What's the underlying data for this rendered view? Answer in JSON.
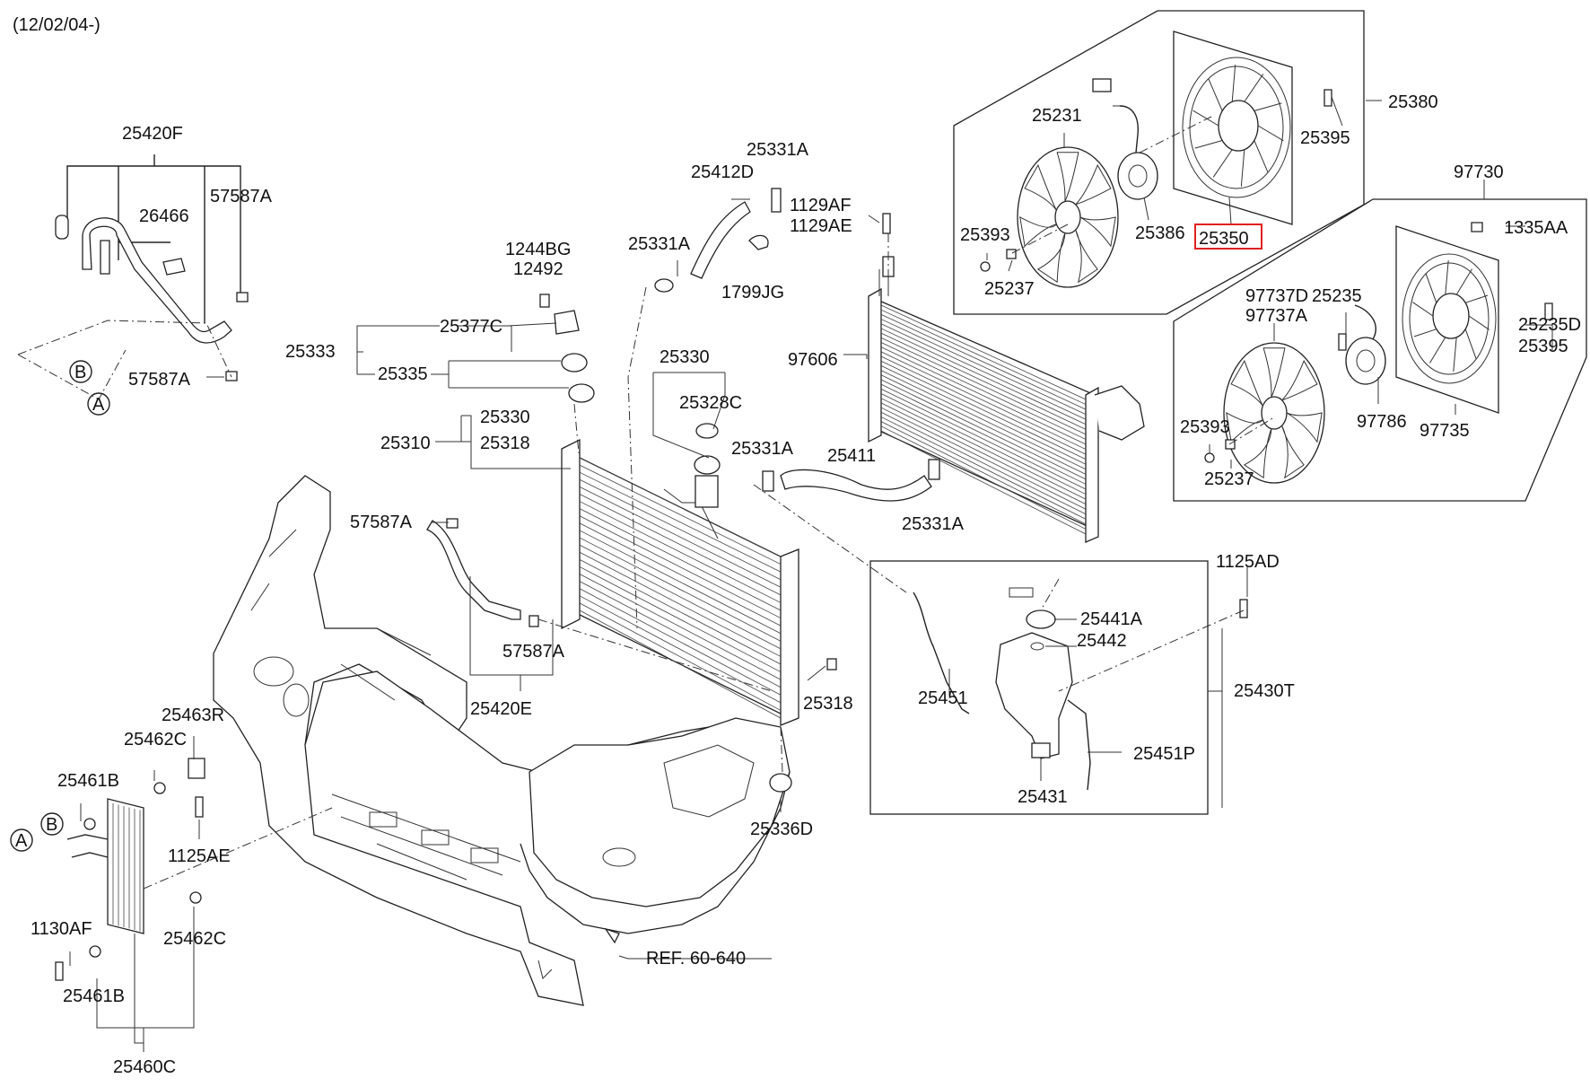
{
  "header": {
    "date_range": "(12/02/04-)"
  },
  "ref_label": "REF. 60-640",
  "callout_letters": {
    "a": "A",
    "b": "B"
  },
  "highlight_color": "#e02020",
  "labels": [
    {
      "id": "l01",
      "text": "25420F"
    },
    {
      "id": "l02",
      "text": "26466"
    },
    {
      "id": "l03",
      "text": "57587A"
    },
    {
      "id": "l04",
      "text": "57587A"
    },
    {
      "id": "l05",
      "text": "25412D"
    },
    {
      "id": "l06",
      "text": "25331A"
    },
    {
      "id": "l07",
      "text": "1129AF"
    },
    {
      "id": "l08",
      "text": "1129AE"
    },
    {
      "id": "l09",
      "text": "25331A"
    },
    {
      "id": "l10",
      "text": "1799JG"
    },
    {
      "id": "l11",
      "text": "1244BG"
    },
    {
      "id": "l12",
      "text": "12492"
    },
    {
      "id": "l13",
      "text": "25377C"
    },
    {
      "id": "l14",
      "text": "25333"
    },
    {
      "id": "l15",
      "text": "25335"
    },
    {
      "id": "l16",
      "text": "25330"
    },
    {
      "id": "l17",
      "text": "25328C"
    },
    {
      "id": "l18",
      "text": "25330"
    },
    {
      "id": "l19",
      "text": "25310"
    },
    {
      "id": "l20",
      "text": "25318"
    },
    {
      "id": "l21",
      "text": "25331A"
    },
    {
      "id": "l22",
      "text": "25411"
    },
    {
      "id": "l23",
      "text": "25331A"
    },
    {
      "id": "l24",
      "text": "97606"
    },
    {
      "id": "l25",
      "text": "57587A"
    },
    {
      "id": "l26",
      "text": "57587A"
    },
    {
      "id": "l27",
      "text": "25420E"
    },
    {
      "id": "l28",
      "text": "25318"
    },
    {
      "id": "l29",
      "text": "25463R"
    },
    {
      "id": "l30",
      "text": "25462C"
    },
    {
      "id": "l31",
      "text": "25461B"
    },
    {
      "id": "l32",
      "text": "1125AE"
    },
    {
      "id": "l33",
      "text": "1130AF"
    },
    {
      "id": "l34",
      "text": "25462C"
    },
    {
      "id": "l35",
      "text": "25461B"
    },
    {
      "id": "l36",
      "text": "25460C"
    },
    {
      "id": "l37",
      "text": "25336D"
    },
    {
      "id": "l38",
      "text": "25231"
    },
    {
      "id": "l39",
      "text": "25393"
    },
    {
      "id": "l40",
      "text": "25237"
    },
    {
      "id": "l41",
      "text": "25386"
    },
    {
      "id": "l42",
      "text": "25350"
    },
    {
      "id": "l43",
      "text": "25380"
    },
    {
      "id": "l44",
      "text": "25395"
    },
    {
      "id": "l45",
      "text": "97730"
    },
    {
      "id": "l46",
      "text": "1335AA"
    },
    {
      "id": "l47",
      "text": "97737D"
    },
    {
      "id": "l48",
      "text": "97737A"
    },
    {
      "id": "l49",
      "text": "25235"
    },
    {
      "id": "l50",
      "text": "25235D"
    },
    {
      "id": "l51",
      "text": "25395"
    },
    {
      "id": "l52",
      "text": "25393"
    },
    {
      "id": "l53",
      "text": "25237"
    },
    {
      "id": "l54",
      "text": "97786"
    },
    {
      "id": "l55",
      "text": "97735"
    },
    {
      "id": "l56",
      "text": "1125AD"
    },
    {
      "id": "l57",
      "text": "25441A"
    },
    {
      "id": "l58",
      "text": "25442"
    },
    {
      "id": "l59",
      "text": "25451"
    },
    {
      "id": "l60",
      "text": "25430T"
    },
    {
      "id": "l61",
      "text": "25451P"
    },
    {
      "id": "l62",
      "text": "25431"
    }
  ]
}
